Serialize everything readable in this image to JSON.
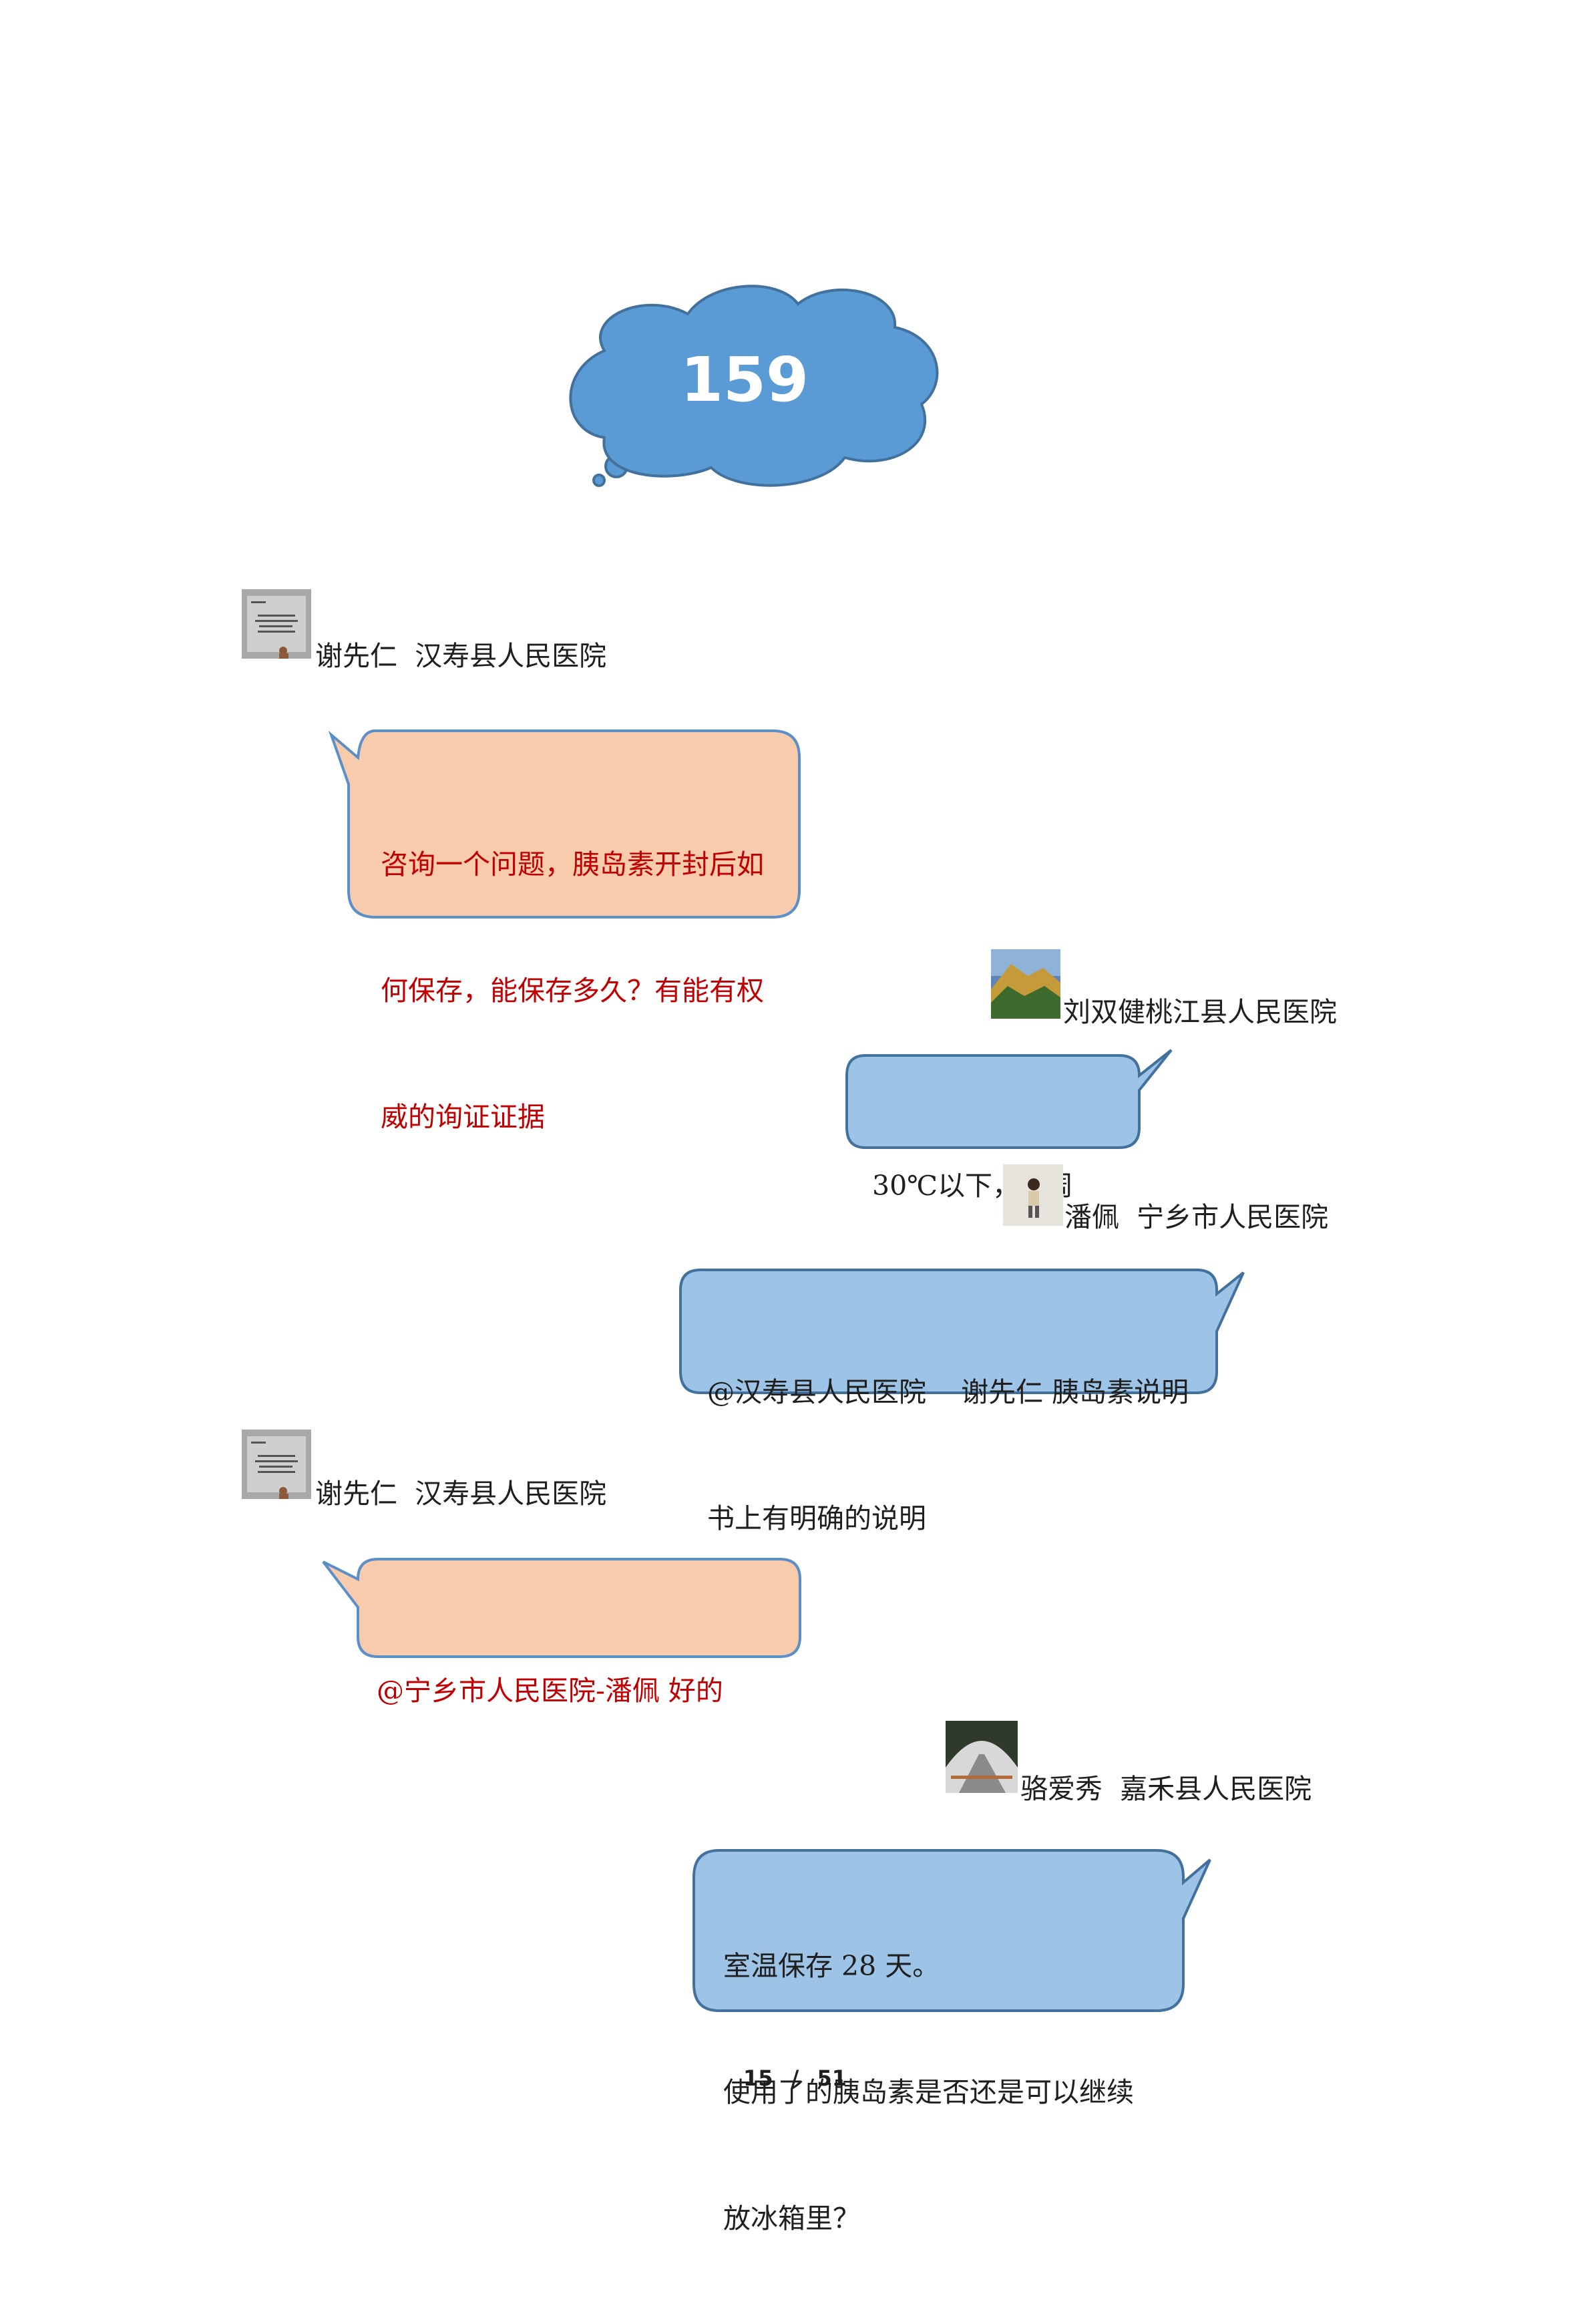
{
  "header": {
    "number": "159"
  },
  "messages": [
    {
      "sender": "谢先仁  汉寿县人民医院",
      "avatar_icon": "document-photo-avatar",
      "lines": [
        "咨询一个问题，胰岛素开封后如",
        "何保存，能保存多久？有能有权",
        "威的询证证据"
      ]
    },
    {
      "sender": "刘双健桃江县人民医院",
      "avatar_icon": "mountain-landscape-avatar",
      "lines": [
        "30℃以下，4 周"
      ]
    },
    {
      "sender": "潘佩  宁乡市人民医院",
      "avatar_icon": "child-photo-avatar",
      "lines": [
        "@汉寿县人民医院    谢先仁 胰岛素说明",
        "书上有明确的说明"
      ]
    },
    {
      "sender": "谢先仁  汉寿县人民医院",
      "avatar_icon": "document-photo-avatar",
      "lines": [
        "@宁乡市人民医院-潘佩 好的"
      ]
    },
    {
      "sender": "骆爱秀  嘉禾县人民医院",
      "avatar_icon": "road-tunnel-avatar",
      "lines": [
        "室温保存 28 天。",
        "使用了的胰岛素是否还是可以继续",
        "放冰箱里？"
      ]
    }
  ],
  "footer": {
    "page_current": "15",
    "page_separator": "/",
    "page_total": "51"
  },
  "colors": {
    "cloud_fill": "#5b9bd5",
    "cloud_stroke": "#41719c",
    "orange_fill": "#f8cbad",
    "orange_stroke": "#5b8fc9",
    "blue_fill": "#9dc3e6",
    "blue_stroke": "#41719c",
    "orange_text": "#c00000"
  }
}
